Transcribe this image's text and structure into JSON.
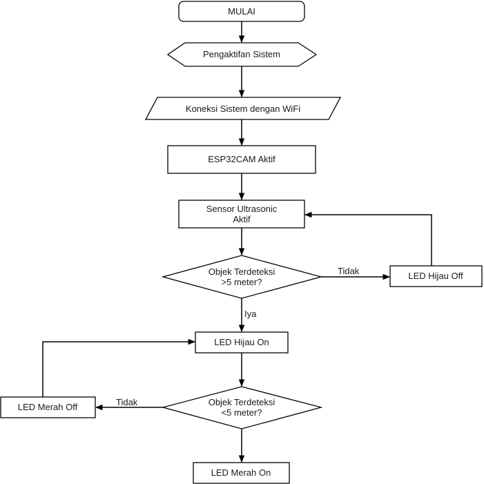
{
  "nodes": {
    "start": "MULAI",
    "activate": "Pengaktifan Sistem",
    "wifi": "Koneksi Sistem dengan WiFi",
    "esp": "ESP32CAM Aktif",
    "sensor_line1": "Sensor Ultrasonic",
    "sensor_line2": "Aktif",
    "decision1_line1": "Objek Terdeteksi",
    "decision1_line2": ">5 meter?",
    "green_off": "LED Hijau Off",
    "green_on": "LED Hijau On",
    "decision2_line1": "Objek Terdeteksi",
    "decision2_line2": "<5 meter?",
    "red_off": "LED Merah Off",
    "red_on": "LED Merah On"
  },
  "edges": {
    "d1_no": "Tidak",
    "d1_yes": "Iya",
    "d2_no": "Tidak"
  }
}
